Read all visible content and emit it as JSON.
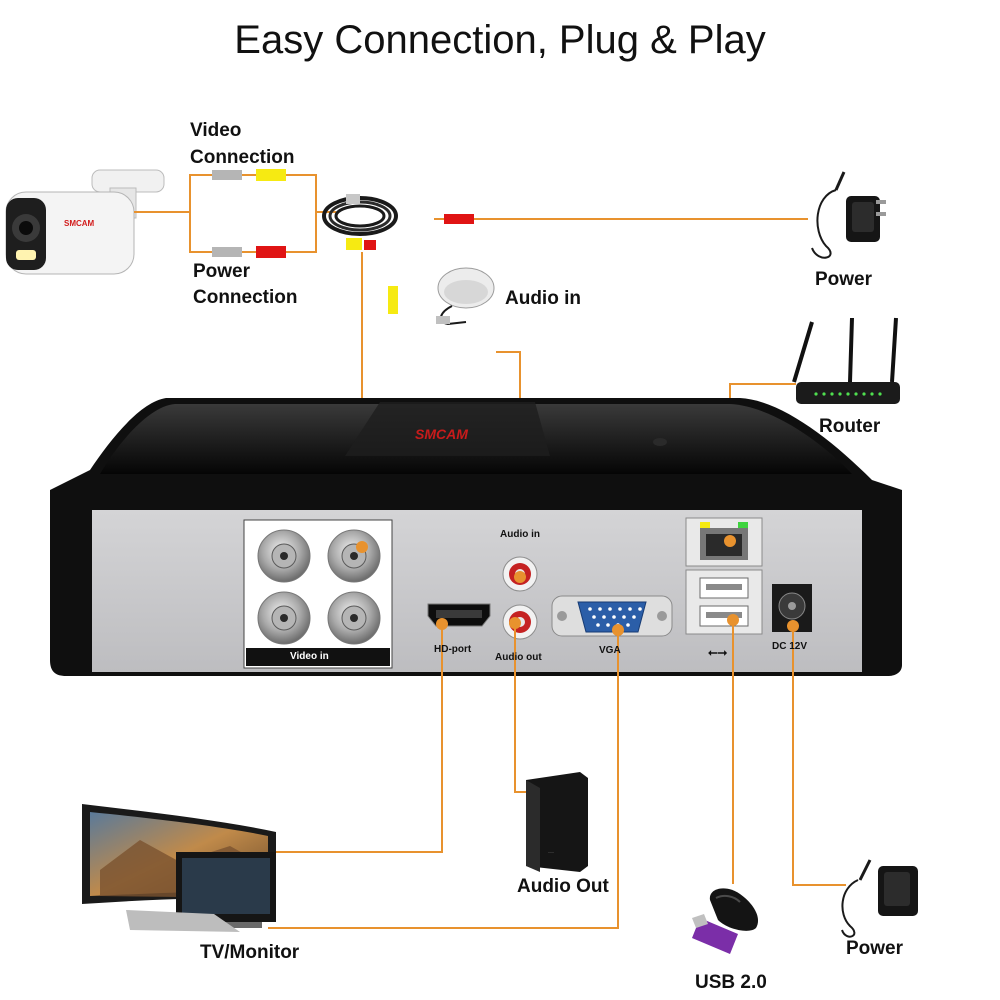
{
  "title": "Easy Connection, Plug & Play",
  "brand": "SMCAM",
  "labels": {
    "video_connection_line1": "Video",
    "video_connection_line2": "Connection",
    "power_connection_line1": "Power",
    "power_connection_line2": "Connection",
    "audio_in_mic": "Audio in",
    "power_top": "Power",
    "router": "Router",
    "audio_out_speaker": "Audio Out",
    "tv_monitor": "TV/Monitor",
    "usb": "USB 2.0",
    "power_bottom": "Power"
  },
  "panel": {
    "video_in": "Video in",
    "audio_in": "Audio in",
    "hd_port": "HD-port",
    "audio_out": "Audio out",
    "vga": "VGA",
    "usb_symbol": "⭠⭢",
    "dc": "DC 12V"
  },
  "colors": {
    "wire": "#e8922e",
    "panel": "#c9c9cb",
    "housing": "#121212",
    "yellow": "#f6ea12",
    "red": "#e01414"
  }
}
